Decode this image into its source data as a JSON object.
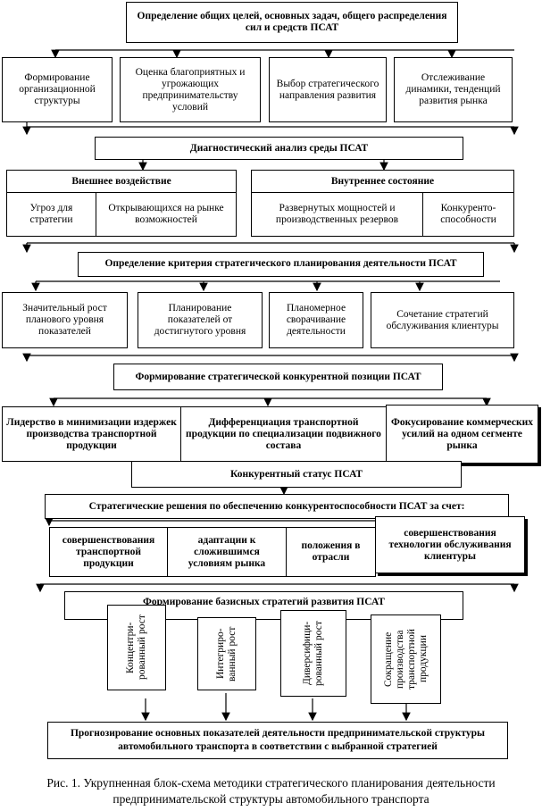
{
  "top": "Определение общих целей, основных задач, общего распределения сил и средств ПСАТ",
  "row1": [
    "Формирование организационной структуры",
    "Оценка благоприятных и угрожающих предпринимательству условий",
    "Выбор стратегического направления развития",
    "Отслеживание динамики, тенденций развития рынка"
  ],
  "diag": "Диагностический анализ среды ПСАТ",
  "external": {
    "title": "Внешнее воздействие",
    "items": [
      "Угроз для стратегии",
      "Открывающихся на рынке возможностей"
    ]
  },
  "internal": {
    "title": "Внутреннее состояние",
    "items": [
      "Развернутых мощностей и производственных резервов",
      "Конкуренто-способности"
    ]
  },
  "criteria": "Определение критерия стратегического планирования деятельности ПСАТ",
  "row2": [
    "Значительный рост планового уровня показателей",
    "Планирование показателей от достигнутого уровня",
    "Планомерное сворачивание деятельности",
    "Сочетание стратегий обслуживания клиентуры"
  ],
  "position": "Формирование стратегической конкурентной позиции ПСАТ",
  "row3": [
    "Лидерство в минимизации издержек производства транспортной продукции",
    "Дифференциация транспортной продукции по специализации подвижного состава",
    "Фокусирование коммерческих усилий на одном сегменте рынка"
  ],
  "status": "Конкурентный статус ПСАТ",
  "decisions": "Стратегические решения по обеспечению конкурентоспособности ПСАТ за счет:",
  "row4": [
    "совершенствования транспортной продукции",
    "адаптации к сложившимся условиям рынка",
    "положения в отрасли",
    "совершенствования технологии обслуживания клиентуры"
  ],
  "basic": "Формирование базисных стратегий развития ПСАТ",
  "row5": [
    "Концентри-рованный рост",
    "Интегриро-ванный рост",
    "Диверсифици-рованный рост",
    "Сокращение производства транспортной продукции"
  ],
  "forecast": "Прогнозирование основных показателей деятельности предпринимательской структуры автомобильного транспорта в соответствии с выбранной стратегией",
  "caption": "Рис. 1. Укрупненная блок-схема методики стратегического планирования деятельности предпринимательской структуры автомобильного транспорта"
}
